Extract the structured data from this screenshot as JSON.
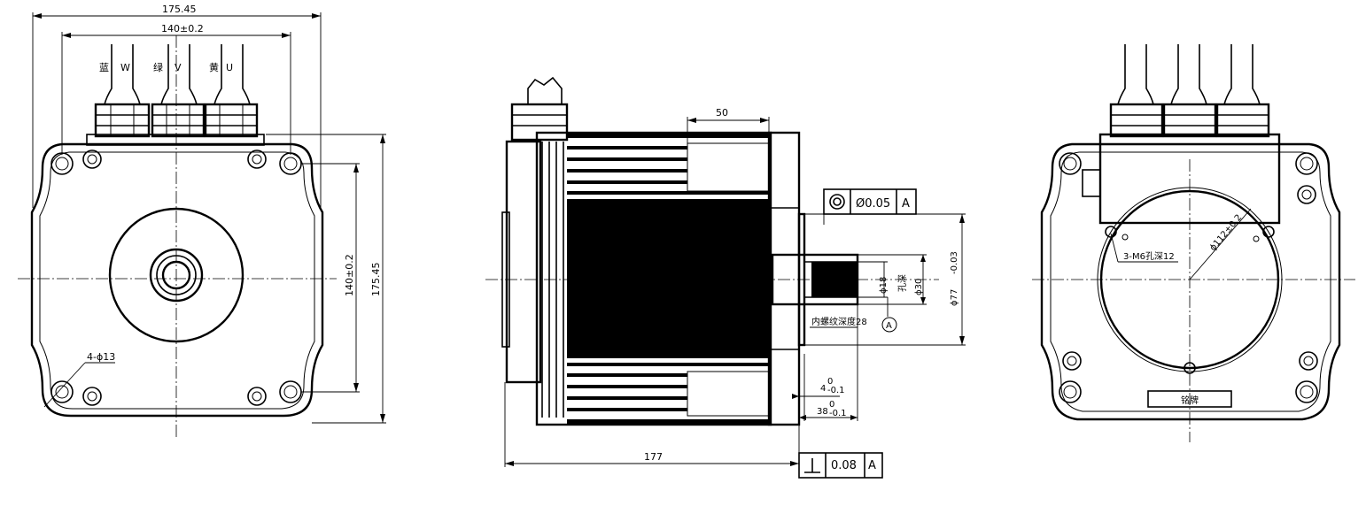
{
  "front_view": {
    "overall_width": "175.45",
    "hole_spacing": "140±0.2",
    "overall_height": "175.45",
    "hole_spacing_vertical": "140±0.2",
    "holes_note": "4-ϕ13",
    "cables": [
      {
        "color_label": "蓝",
        "phase": "W"
      },
      {
        "color_label": "绿",
        "phase": "V"
      },
      {
        "color_label": "黄",
        "phase": "U"
      }
    ]
  },
  "side_view": {
    "length_total": "177",
    "dim_50": "50",
    "concentricity": {
      "symbol": "◎",
      "value": "Ø0.05",
      "datum": "A"
    },
    "perpendicularity": {
      "symbol": "⊥",
      "value": "0.08",
      "datum": "A"
    },
    "shaft_hole_dia": "ϕ18",
    "shaft_hole_note": "孔深",
    "shaft_dia": "ϕ30",
    "pilot_dia": "ϕ77",
    "pilot_tol": "-0.03",
    "thread_note": "内螺纹深度28",
    "datum_label": "A",
    "dim_4": "4",
    "dim_4_tol_upper": "0",
    "dim_4_tol_lower": "-0.1",
    "dim_38": "38",
    "dim_38_tol_upper": "0",
    "dim_38_tol_lower": "-0.1"
  },
  "rear_view": {
    "circle_dia": "ϕ112±0.2",
    "thread_note": "3-M6孔深12",
    "nameplate": "铭牌"
  }
}
